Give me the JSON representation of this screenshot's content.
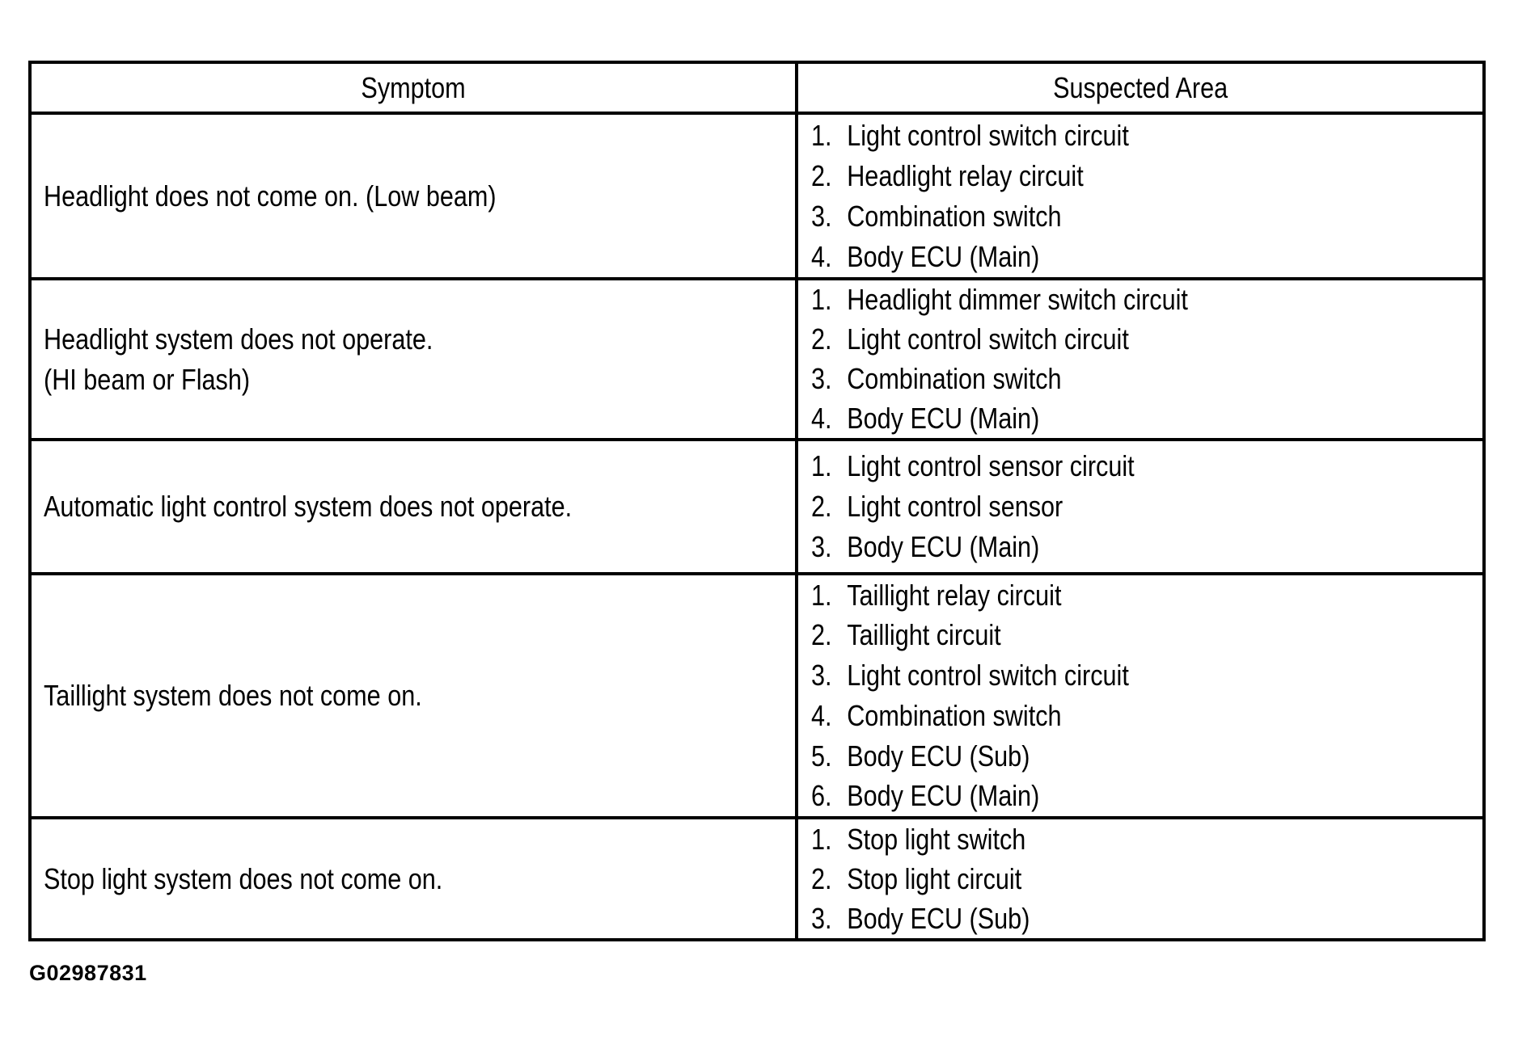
{
  "table": {
    "headers": {
      "symptom": "Symptom",
      "suspected_area": "Suspected Area"
    },
    "rows": [
      {
        "symptom_lines": [
          "Headlight does not come on. (Low beam)"
        ],
        "suspected": [
          {
            "num": "1.",
            "label": "Light control switch circuit"
          },
          {
            "num": "2.",
            "label": "Headlight relay circuit"
          },
          {
            "num": "3.",
            "label": "Combination switch"
          },
          {
            "num": "4.",
            "label": "Body ECU (Main)"
          }
        ]
      },
      {
        "symptom_lines": [
          "Headlight system does not operate.",
          "(HI beam or Flash)"
        ],
        "suspected": [
          {
            "num": "1.",
            "label": "Headlight dimmer switch circuit"
          },
          {
            "num": "2.",
            "label": "Light control switch circuit"
          },
          {
            "num": "3.",
            "label": "Combination switch"
          },
          {
            "num": "4.",
            "label": "Body ECU (Main)"
          }
        ]
      },
      {
        "symptom_lines": [
          "Automatic light control system does not operate."
        ],
        "suspected": [
          {
            "num": "1.",
            "label": "Light control sensor circuit"
          },
          {
            "num": "2.",
            "label": "Light control sensor"
          },
          {
            "num": "3.",
            "label": "Body ECU (Main)"
          }
        ]
      },
      {
        "symptom_lines": [
          "Taillight system does not come on."
        ],
        "suspected": [
          {
            "num": "1.",
            "label": "Taillight relay circuit"
          },
          {
            "num": "2.",
            "label": "Taillight circuit"
          },
          {
            "num": "3.",
            "label": "Light control switch circuit"
          },
          {
            "num": "4.",
            "label": "Combination switch"
          },
          {
            "num": "5.",
            "label": "Body ECU (Sub)"
          },
          {
            "num": "6.",
            "label": "Body ECU (Main)"
          }
        ]
      },
      {
        "symptom_lines": [
          "Stop light system does not come on."
        ],
        "suspected": [
          {
            "num": "1.",
            "label": "Stop light switch"
          },
          {
            "num": "2.",
            "label": "Stop light circuit"
          },
          {
            "num": "3.",
            "label": "Body ECU (Sub)"
          }
        ]
      }
    ]
  },
  "footer": {
    "figure_id": "G02987831"
  },
  "colors": {
    "ink": "#000000",
    "paper": "#ffffff"
  }
}
